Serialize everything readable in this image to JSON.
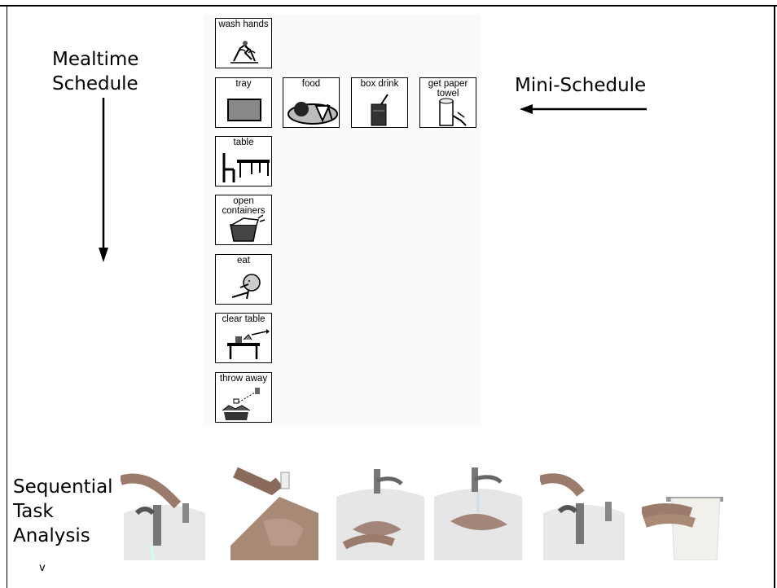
{
  "labels": {
    "mealtime": "Mealtime\nSchedule",
    "mealtime_line1": "Mealtime",
    "mealtime_line2": "Schedule",
    "mini": "Mini-Schedule",
    "sequential_line1": "Sequential",
    "sequential_line2": "Task",
    "sequential_line3": "Analysis",
    "footnote": "v"
  },
  "schedule_cards": [
    {
      "label": "wash hands",
      "icon": "wash-hands-icon"
    },
    {
      "label": "tray",
      "icon": "tray-icon"
    },
    {
      "label": "table",
      "icon": "table-icon"
    },
    {
      "label": "open\ncontainers",
      "icon": "open-containers-icon"
    },
    {
      "label": "eat",
      "icon": "eat-icon"
    },
    {
      "label": "clear table",
      "icon": "clear-table-icon"
    },
    {
      "label": "throw away",
      "icon": "throw-away-icon"
    }
  ],
  "mini_cards": [
    {
      "label": "food",
      "icon": "food-icon"
    },
    {
      "label": "box drink",
      "icon": "box-drink-icon"
    },
    {
      "label": "get paper\ntowel",
      "icon": "paper-towel-icon"
    }
  ],
  "photos": [
    {
      "icon": "turn-on-faucet-photo"
    },
    {
      "icon": "apply-soap-photo"
    },
    {
      "icon": "scrub-hands-photo"
    },
    {
      "icon": "rinse-hands-photo"
    },
    {
      "icon": "turn-off-faucet-photo"
    },
    {
      "icon": "dry-hands-towel-photo"
    }
  ]
}
